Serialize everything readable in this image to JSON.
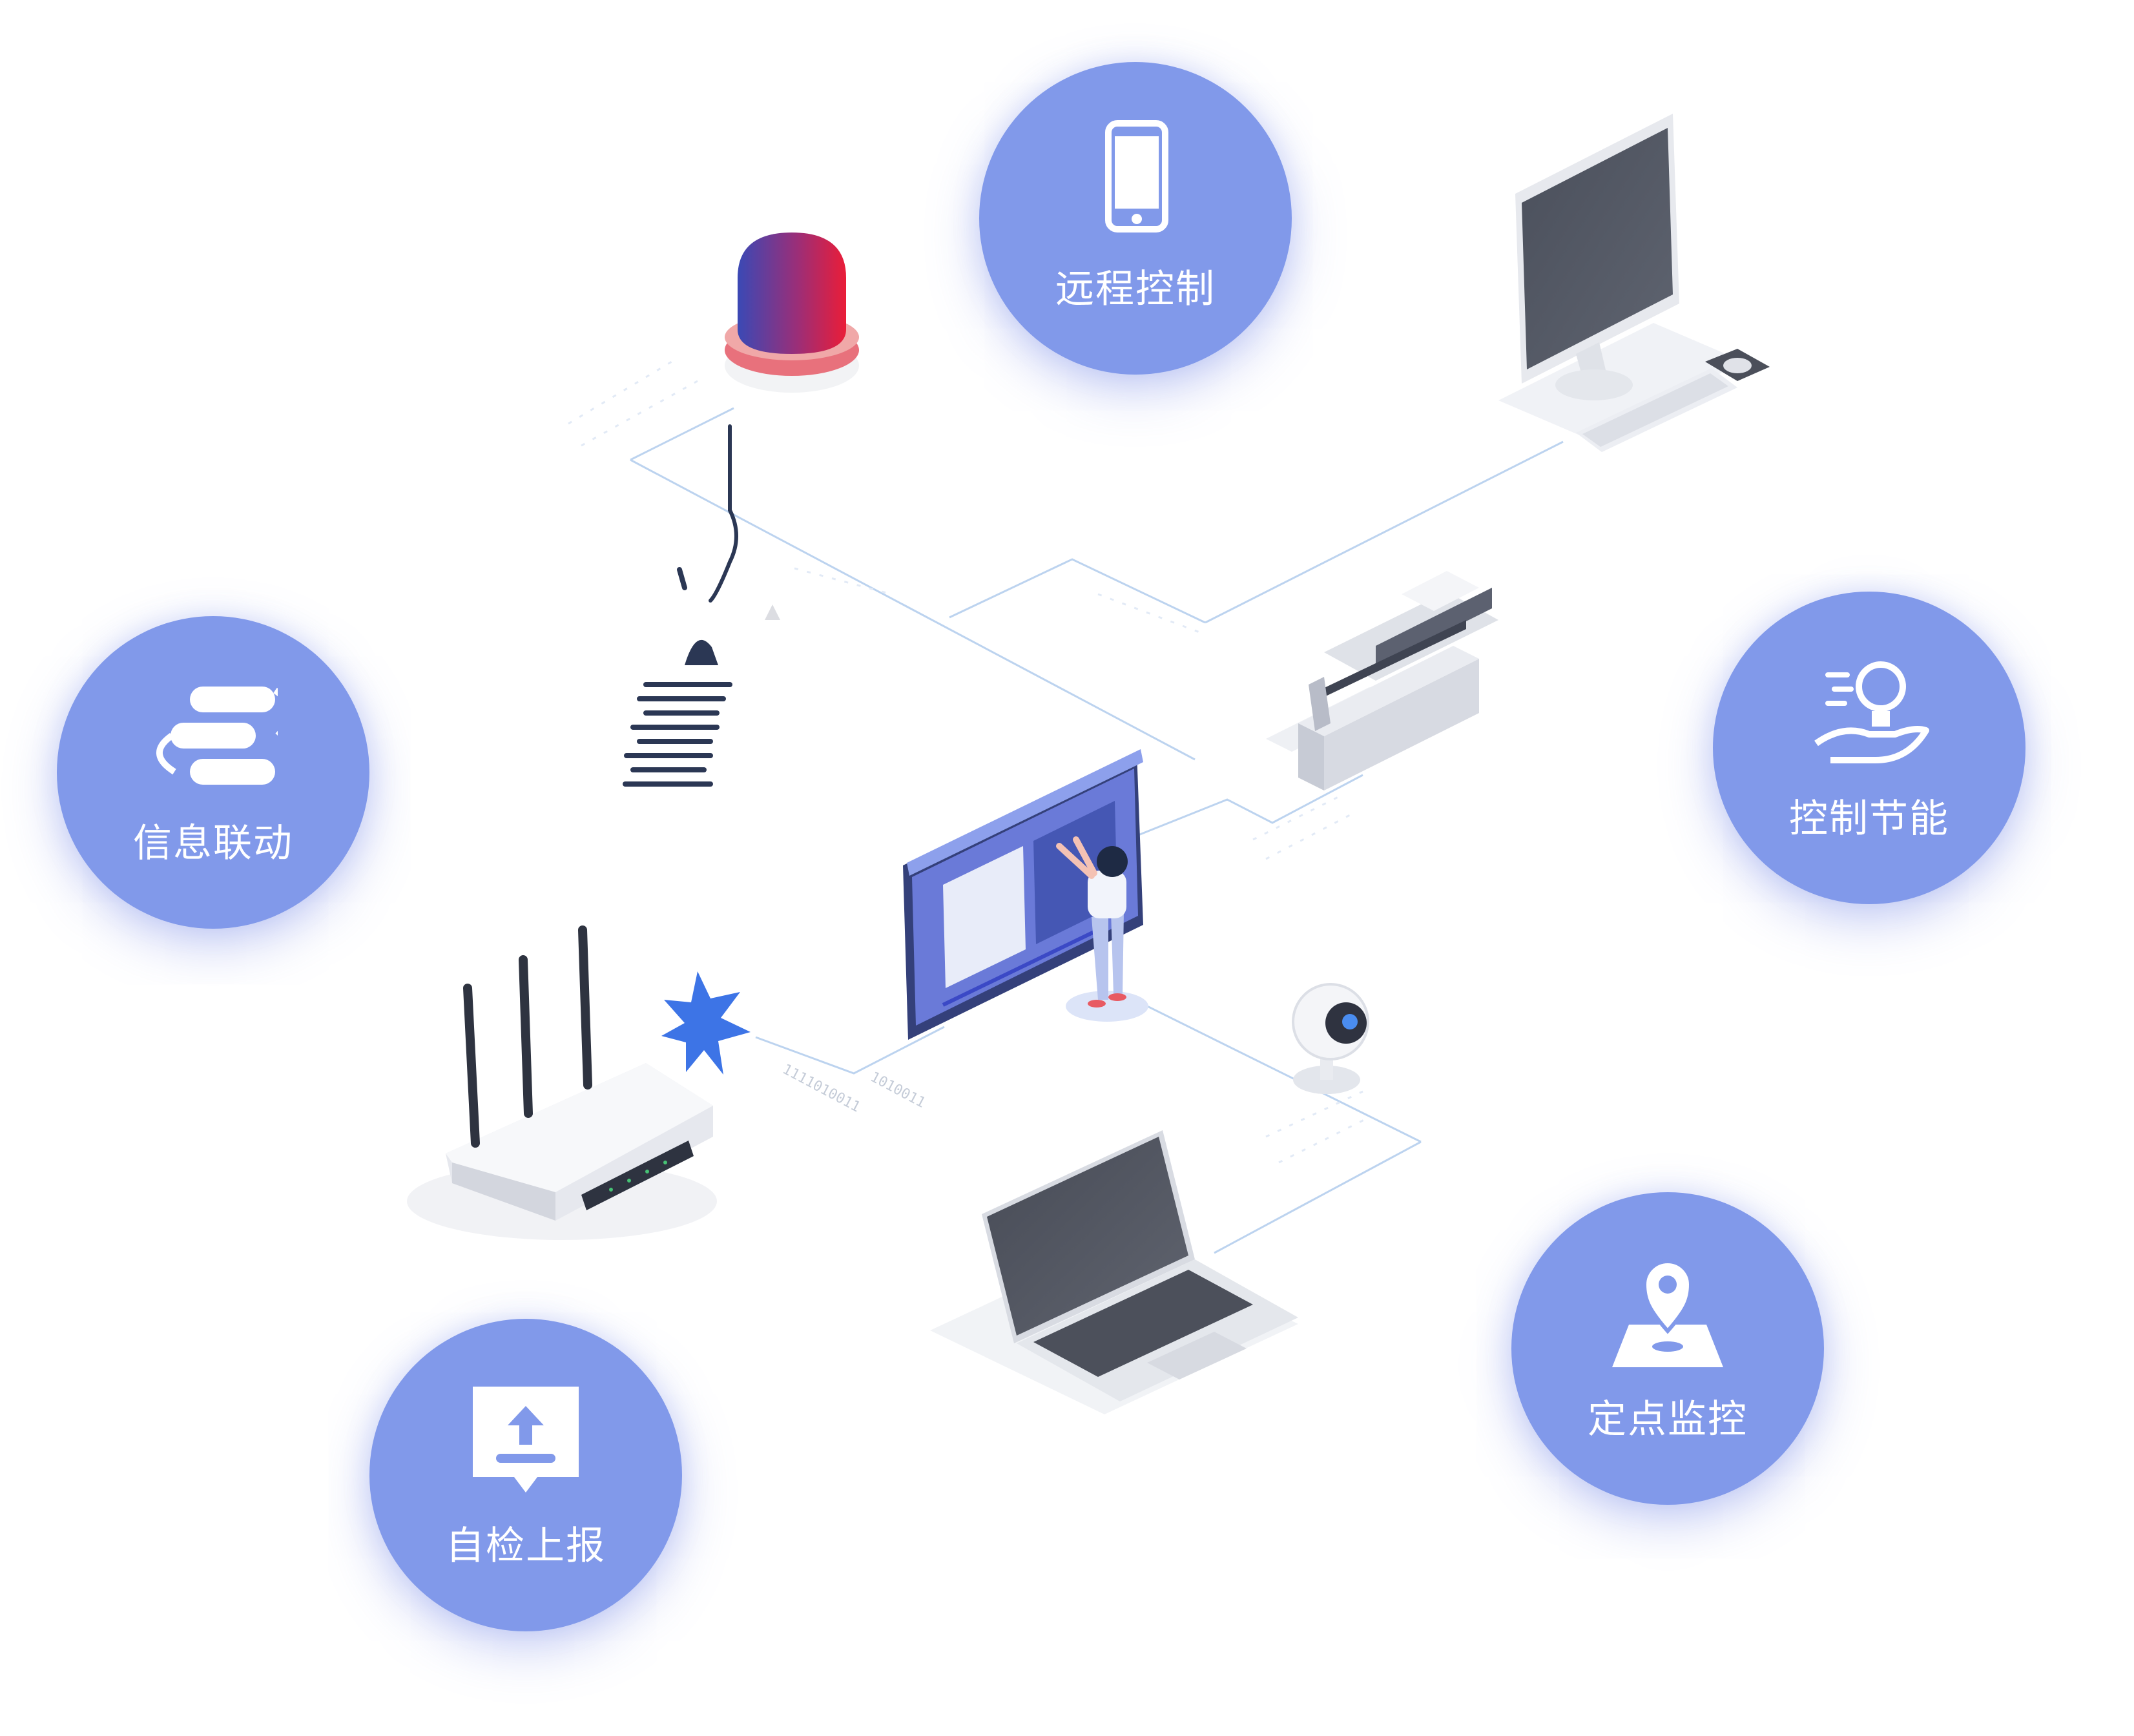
{
  "features": {
    "remote_control": {
      "label": "远程控制",
      "icon": "smartphone-icon"
    },
    "info_linkage": {
      "label": "信息联动",
      "icon": "linked-stack-icon"
    },
    "energy_saving": {
      "label": "控制节能",
      "icon": "lightbulb-hand-icon"
    },
    "self_check": {
      "label": "自检上报",
      "icon": "upload-report-icon"
    },
    "fixed_point": {
      "label": "定点监控",
      "icon": "map-pin-icon"
    }
  },
  "binary_labels": {
    "code_a": "1010011",
    "code_b": "1111010011"
  },
  "devices": [
    "alarm-light",
    "hook",
    "document",
    "desktop-computer",
    "printer",
    "touch-screen",
    "person",
    "router",
    "spark",
    "camera",
    "laptop"
  ],
  "colors": {
    "circle_fill": "#8199ea",
    "circle_text": "#ffffff",
    "connector_line": "#bcd3ef",
    "screen_blue": "#5e6fd0",
    "alarm_red": "#e8213b",
    "alarm_purple": "#3c4ab0"
  }
}
